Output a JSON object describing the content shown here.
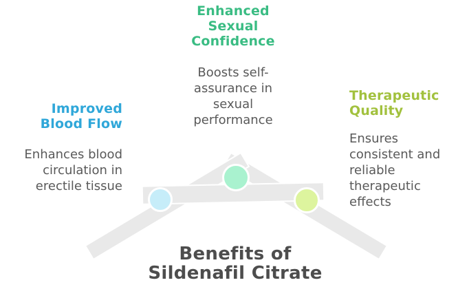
{
  "title": {
    "line1": "Benefits of",
    "line2": "Sildenafil Citrate"
  },
  "benefits": [
    {
      "id": "improved-blood-flow",
      "heading": "Improved Blood Flow",
      "description": "Enhances blood circulation in erectile tissue",
      "heading_color": "#2fa7d9",
      "marker_color": "#c6edf9"
    },
    {
      "id": "enhanced-sexual-confidence",
      "heading": "Enhanced Sexual Confidence",
      "description": "Boosts self-assurance in sexual performance",
      "heading_color": "#3abc83",
      "marker_color": "#a9f2cf"
    },
    {
      "id": "therapeutic-quality",
      "heading": "Therapeutic Quality",
      "description": "Ensures consistent and reliable therapeutic effects",
      "heading_color": "#a2c13e",
      "marker_color": "#ddf49e"
    }
  ],
  "colors": {
    "roof_shape": "#e9e9e9",
    "shape_outline": "#ffffff",
    "body_text": "#595959",
    "title_text": "#4d4d4d",
    "background": "#ffffff"
  }
}
